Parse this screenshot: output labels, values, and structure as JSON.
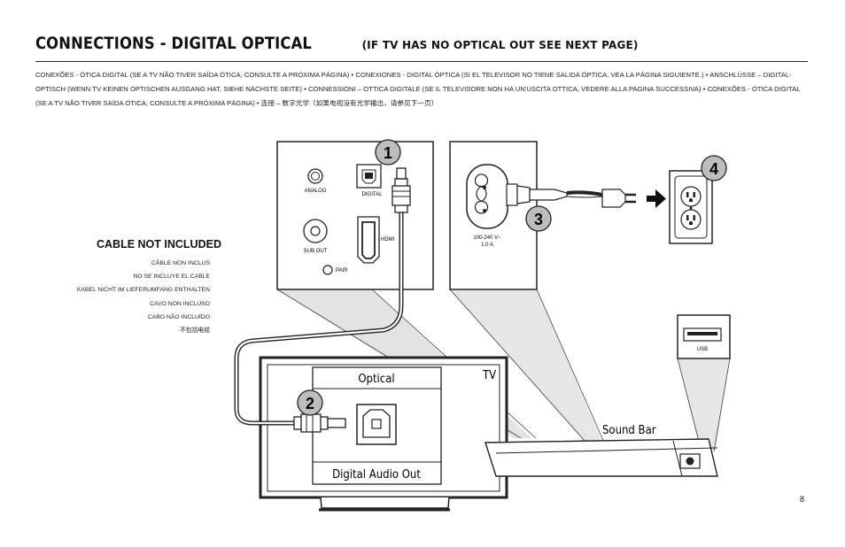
{
  "header": {
    "title": "CONNECTIONS - DIGITAL OPTICAL",
    "title_note": "(IF TV HAS NO OPTICAL OUT SEE NEXT PAGE)",
    "translations": "CONEXÕES - ÓTICA DIGITAL (SE A TV NÃO TIVER SAÍDA ÓTICA, CONSULTE A PRÓXIMA PÁGINA) • CONEXIONES - DIGITAL ÓPTICA (SI EL TELEVISOR NO TIENE SALIDA ÓPTICA, VEA LA PÁGINA SIGUIENTE.) • ANSCHLÜSSE – DIGITAL-OPTISCH (WENN TV KEINEN OPTISCHEN AUSGANG HAT, SIEHE NÄCHSTE SEITE) • CONNESSIONI – OTTICA DIGITALE (SE IL TELEVISORE NON HA UN'USCITA OTTICA, VEDERE ALLA PAGINA SUCCESSIVA) • CONEXÕES - ÓTICA DIGITAL (SE A TV NÃO TIVER SAÍDA ÓTICA, CONSULTE A PRÓXIMA PÁGINA) • 连接 – 数字光学（如果电视没有光学输出，请参见下一页）"
  },
  "cable_note": {
    "title": "CABLE NOT INCLUDED",
    "lines": [
      "CÂBLE NON INCLUS",
      "NO SE INCLUYE EL CABLE",
      "KABEL NICHT IM LIEFERUMFANG ENTHALTEN",
      "CAVO NON INCLUSO",
      "CABO NÃO INCLUÍDO",
      "不包括电缆"
    ]
  },
  "soundbar_panel": {
    "analog": "ANALOG",
    "digital": "DIGITAL",
    "sub_out": "SUB OUT",
    "hdmi": "HDMI",
    "pair": "PAIR"
  },
  "power_panel": {
    "rating_line1": "100-240 V~",
    "rating_line2": "1.0 A"
  },
  "usb_panel": {
    "label": "USB"
  },
  "tv": {
    "label": "TV",
    "optical_label": "Optical",
    "digital_out_label": "Digital Audio Out"
  },
  "soundbar_label": "Sound Bar",
  "steps": [
    "1",
    "2",
    "3",
    "4"
  ],
  "page_number": "8"
}
